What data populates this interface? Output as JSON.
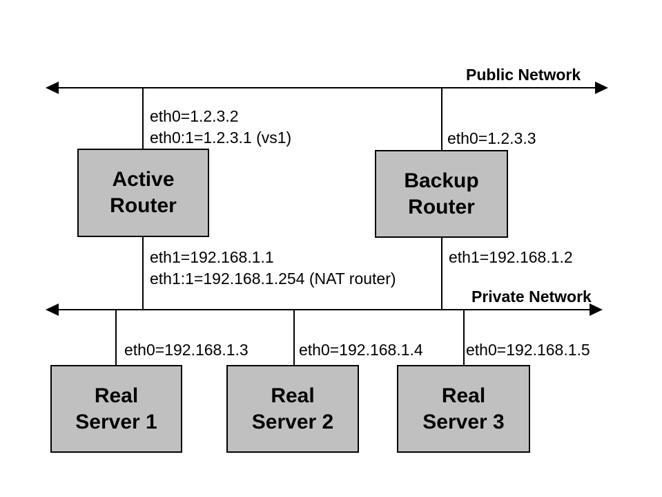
{
  "colors": {
    "node_fill": "#c0c0c0",
    "node_border": "#000000",
    "line_color": "#000000",
    "background": "#ffffff",
    "text": "#000000"
  },
  "networks": {
    "public": {
      "label": "Public Network"
    },
    "private": {
      "label": "Private Network"
    }
  },
  "nodes": {
    "active_router": {
      "line1": "Active",
      "line2": "Router"
    },
    "backup_router": {
      "line1": "Backup",
      "line2": "Router"
    },
    "real_server_1": {
      "line1": "Real",
      "line2": "Server 1"
    },
    "real_server_2": {
      "line1": "Real",
      "line2": "Server 2"
    },
    "real_server_3": {
      "line1": "Real",
      "line2": "Server 3"
    }
  },
  "interfaces": {
    "active_public_line1": "eth0=1.2.3.2",
    "active_public_line2": "eth0:1=1.2.3.1 (vs1)",
    "backup_public": "eth0=1.2.3.3",
    "active_private_line1": "eth1=192.168.1.1",
    "active_private_line2": "eth1:1=192.168.1.254 (NAT router)",
    "backup_private": "eth1=192.168.1.2",
    "real_server_1": "eth0=192.168.1.3",
    "real_server_2": "eth0=192.168.1.4",
    "real_server_3": "eth0=192.168.1.5"
  }
}
